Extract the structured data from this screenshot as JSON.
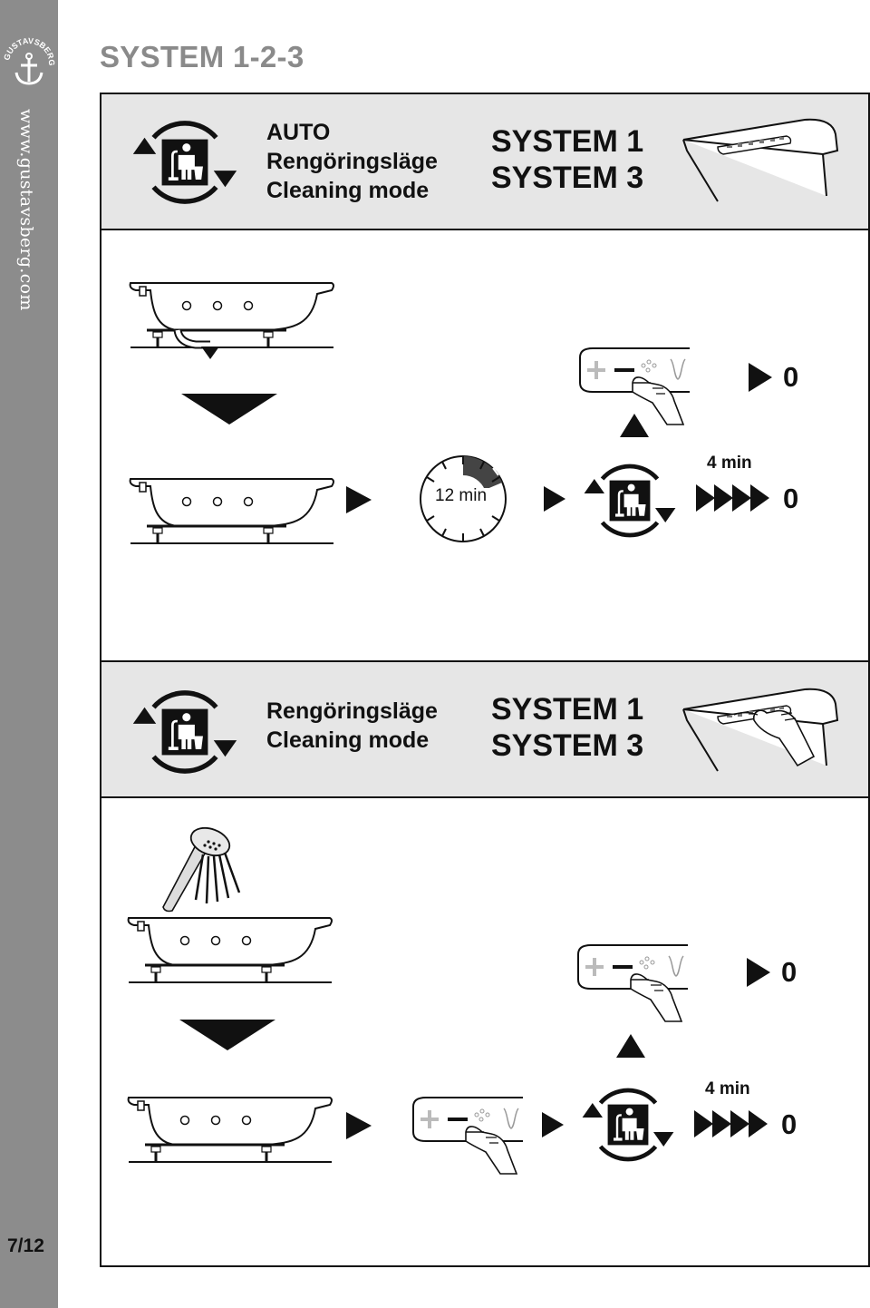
{
  "page": {
    "title": "SYSTEM 1-2-3",
    "website": "www.gustavsberg.com",
    "brand": "GUSTAVSBERG",
    "page_number": "7/12"
  },
  "section1": {
    "mode_auto": "AUTO",
    "mode_sv": "Rengöringsläge",
    "mode_en": "Cleaning mode",
    "system_a": "SYSTEM 1",
    "system_b": "SYSTEM 3",
    "timer_label": "12 min",
    "duration_label": "4 min",
    "result_top": "0",
    "result_bottom": "0"
  },
  "section2": {
    "mode_sv": "Rengöringsläge",
    "mode_en": "Cleaning mode",
    "system_a": "SYSTEM 1",
    "system_b": "SYSTEM 3",
    "duration_label": "4 min",
    "result_top": "0",
    "result_bottom": "0"
  },
  "colors": {
    "sidebar": "#8c8c8c",
    "band": "#e6e6e6",
    "title": "#8a8a8a"
  },
  "icons": [
    "gustavsberg-anchor-logo",
    "cleaning-mode-icon",
    "control-panel-icon",
    "bathtub-icon",
    "hand-shower-icon",
    "down-triangle-icon",
    "play-arrow-icon",
    "up-triangle-icon",
    "timer-icon",
    "fast-forward-icon"
  ]
}
